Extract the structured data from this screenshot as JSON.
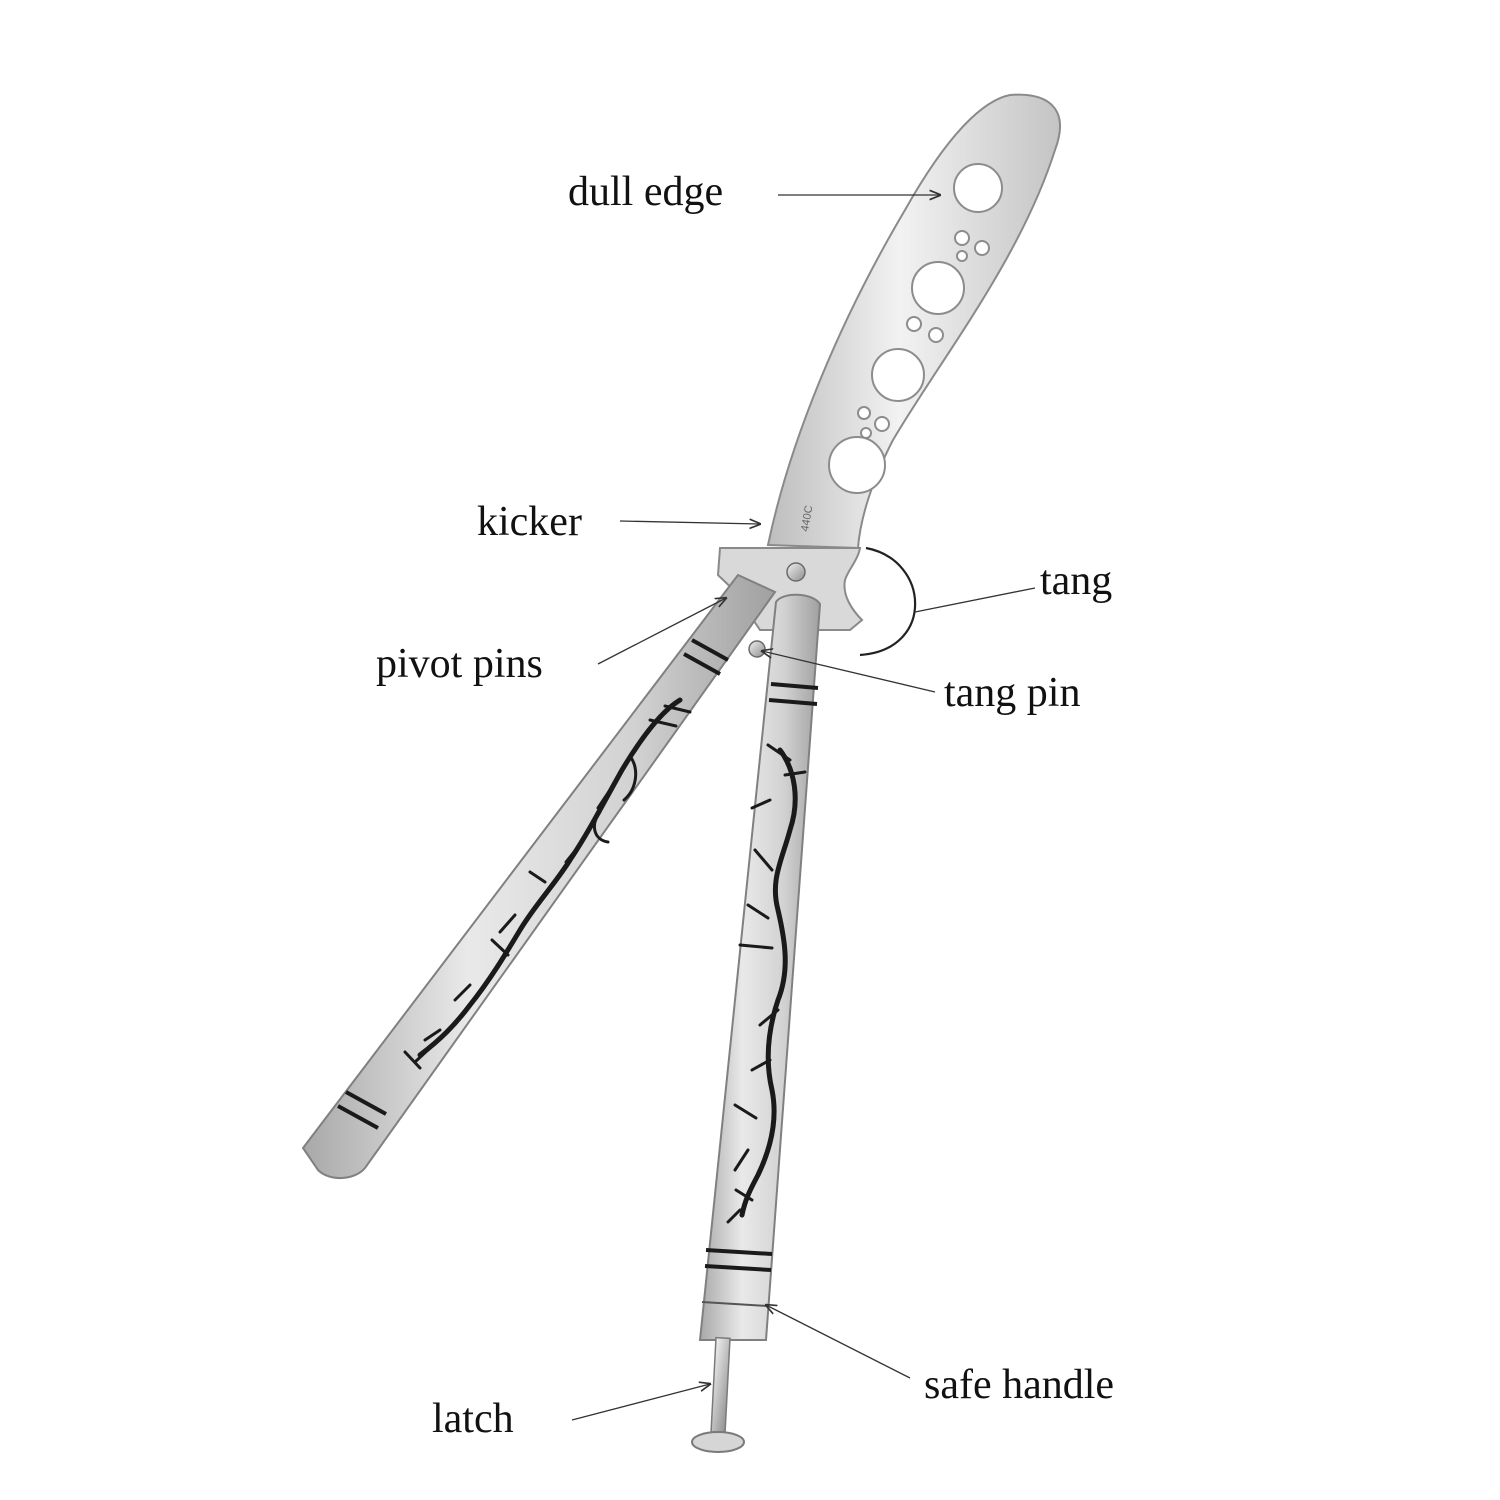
{
  "labels": {
    "dull_edge": "dull edge",
    "kicker": "kicker",
    "tang": "tang",
    "pivot_pins": "pivot pins",
    "tang_pin": "tang pin",
    "safe_handle": "safe handle",
    "latch": "latch"
  },
  "blade_marking": "440C",
  "colors": {
    "steel_light": "#ececec",
    "steel_mid": "#c9c9c9",
    "steel_dark": "#9a9a9a",
    "ink": "#111111"
  }
}
